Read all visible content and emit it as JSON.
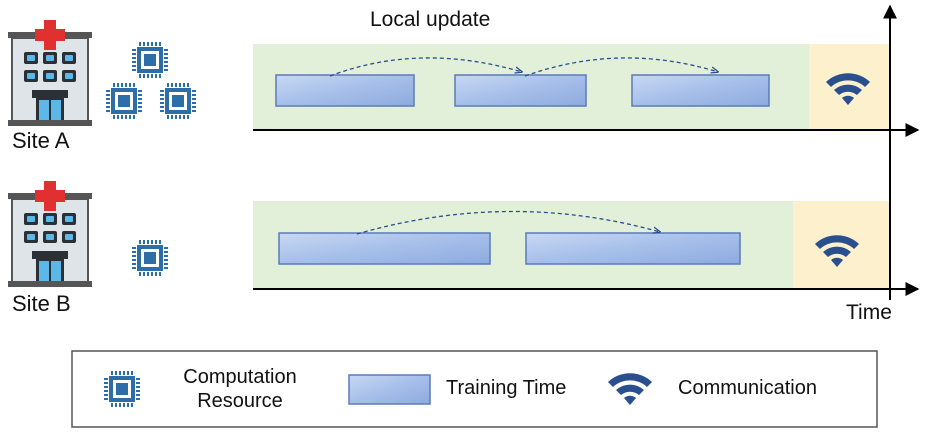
{
  "title": "Local update",
  "axis_label": "Time",
  "sites": [
    {
      "label": "Site A",
      "chips": 3,
      "bars": 3,
      "icon": "hospital-icon"
    },
    {
      "label": "Site B",
      "chips": 1,
      "bars": 2,
      "icon": "hospital-icon"
    }
  ],
  "legend": {
    "computation": "Computation\nResource",
    "computation_line1": "Computation",
    "computation_line2": "Resource",
    "training": "Training Time",
    "communication": "Communication"
  },
  "colors": {
    "training_region": "#e2efd9",
    "communication_region": "#fdf0cd",
    "bar_fill": "#9fb9e6",
    "bar_border": "#5a7cb8",
    "chip": "#2e6ea8",
    "wifi": "#2a4f8e",
    "arrow": "#2a4f8e"
  },
  "icons": {
    "chip": "cpu-chip-icon",
    "wifi": "wifi-icon",
    "hospital": "hospital-icon"
  }
}
